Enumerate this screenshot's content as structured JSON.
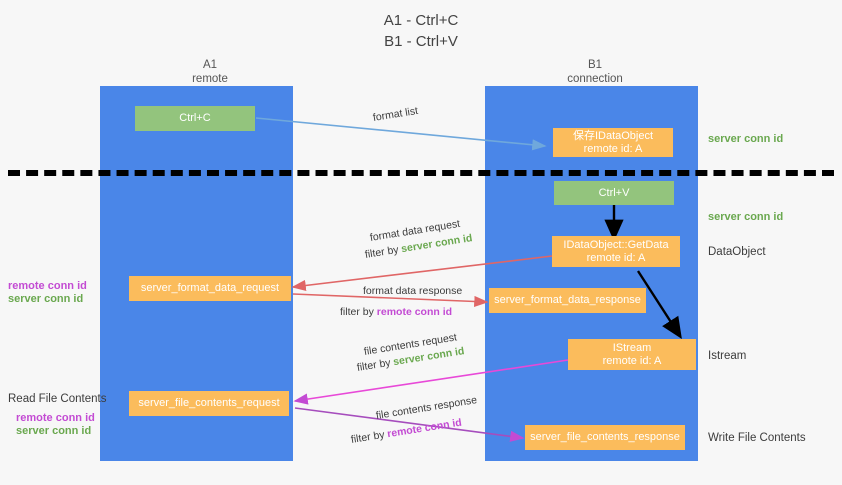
{
  "title": {
    "line1": "A1 - Ctrl+C",
    "line2": "B1 - Ctrl+V"
  },
  "columns": [
    {
      "name": "A1",
      "sub": "remote"
    },
    {
      "name": "B1",
      "sub": "connection"
    }
  ],
  "boxes": {
    "ctrl_c": "Ctrl+C",
    "ctrl_v": "Ctrl+V",
    "save_dataobject_l1": "保存IDataObject",
    "save_dataobject_l2": "remote id: A",
    "getdata_l1": "IDataObject::GetData",
    "getdata_l2": "remote id: A",
    "istream_l1": "IStream",
    "istream_l2": "remote id: A",
    "server_format_data_request": "server_format_data_request",
    "server_format_data_response": "server_format_data_response",
    "server_file_contents_request": "server_file_contents_request",
    "server_file_contents_response": "server_file_contents_response"
  },
  "right_labels": {
    "server_conn_id_1": "server conn id",
    "server_conn_id_2": "server conn id",
    "dataobject": "DataObject",
    "istream": "Istream",
    "write_file_contents": "Write File Contents"
  },
  "left_labels": {
    "remote_conn_id_1": "remote conn id",
    "server_conn_id_1": "server conn id",
    "read_file_contents": "Read File Contents",
    "remote_conn_id_2": "remote conn id",
    "server_conn_id_2": "server conn id"
  },
  "edges": {
    "format_list": "format list",
    "format_data_request": "format data request",
    "format_data_request_filter_pre": "filter by ",
    "format_data_request_filter_key": "server conn id",
    "format_data_response": "format data response",
    "format_data_response_filter_pre": "filter by ",
    "format_data_response_filter_key": "remote conn id",
    "file_contents_request": "file contents request",
    "file_contents_request_filter_pre": "filter by ",
    "file_contents_request_filter_key": "server conn id",
    "file_contents_response": "file contents response",
    "file_contents_response_filter_pre": "filter by ",
    "file_contents_response_filter_key": "remote conn id"
  },
  "colors": {
    "lane": "#4a86e8",
    "green_box": "#93c47d",
    "orange_box": "#fbbc5c",
    "green_text": "#6aa84f",
    "magenta_text": "#c34bd3",
    "blue_arrow": "#6fa8dc",
    "red_arrow": "#e06666",
    "magenta_arrow": "#c34bd3",
    "black_arrow": "#000000",
    "background": "#f7f7f7"
  }
}
